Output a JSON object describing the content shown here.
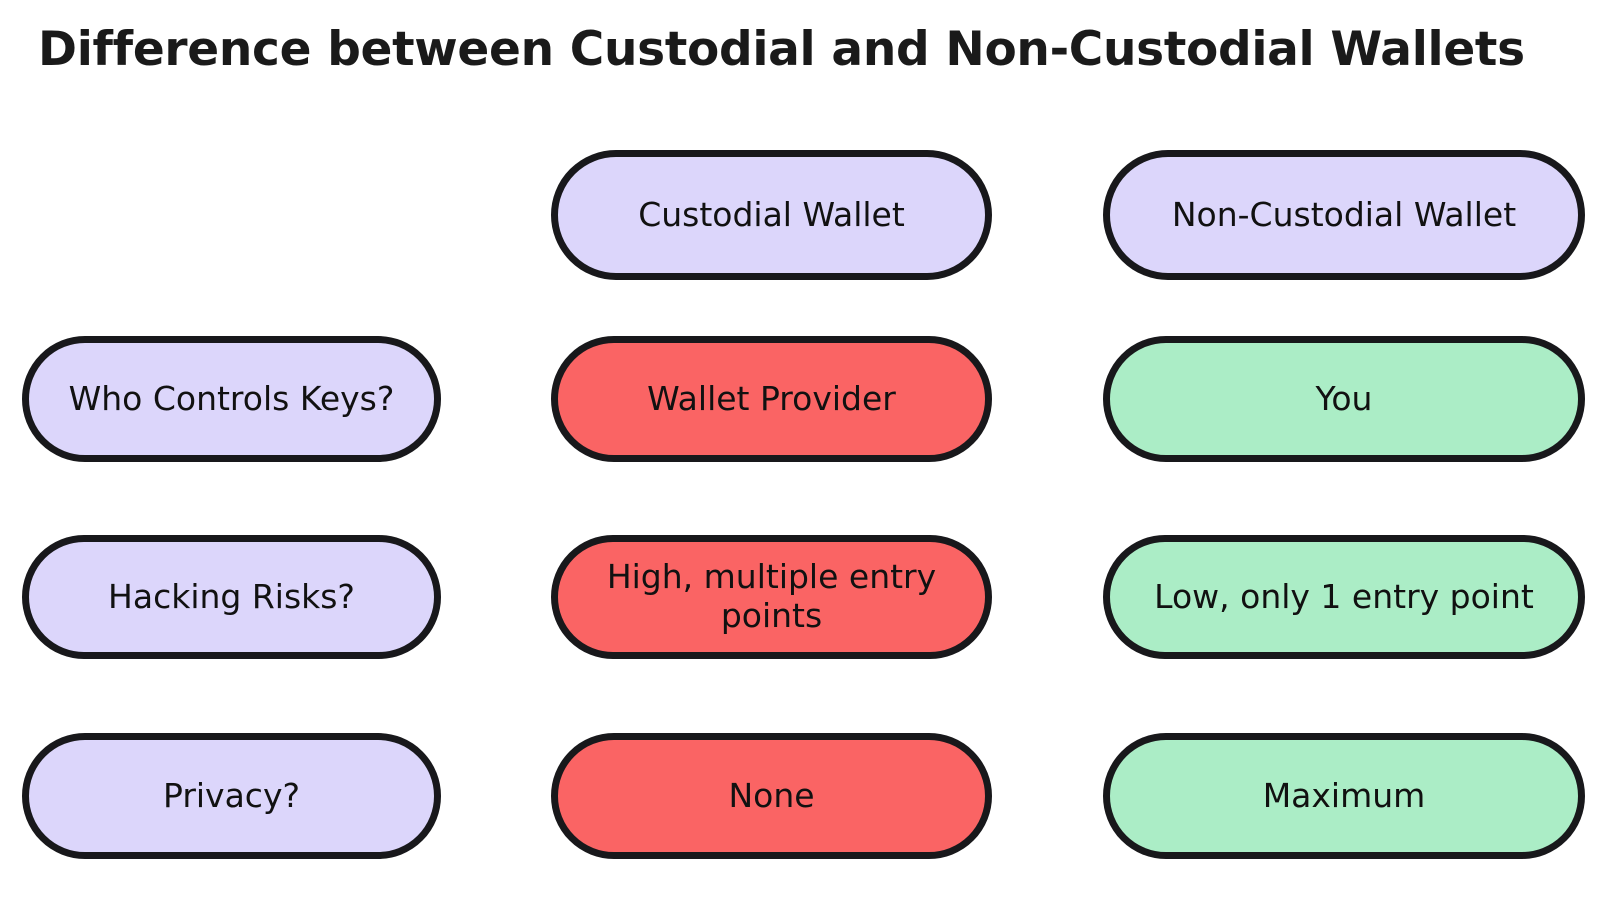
{
  "title": "Difference between Custodial and Non-Custodial Wallets",
  "colors": {
    "background": "#ffffff",
    "outline": "#18181b",
    "lavender": "#dcd6fb",
    "red": "#fa6464",
    "green": "#abedc6",
    "text": "#111111"
  },
  "header": {
    "corner": "",
    "custodial": "Custodial Wallet",
    "non_custodial": "Non-Custodial Wallet"
  },
  "rows": [
    {
      "label": "Who Controls Keys?",
      "custodial": "Wallet Provider",
      "non_custodial": "You"
    },
    {
      "label": "Hacking Risks?",
      "custodial": "High, multiple entry points",
      "non_custodial": "Low, only 1 entry point"
    },
    {
      "label": "Privacy?",
      "custodial": "None",
      "non_custodial": "Maximum"
    }
  ]
}
